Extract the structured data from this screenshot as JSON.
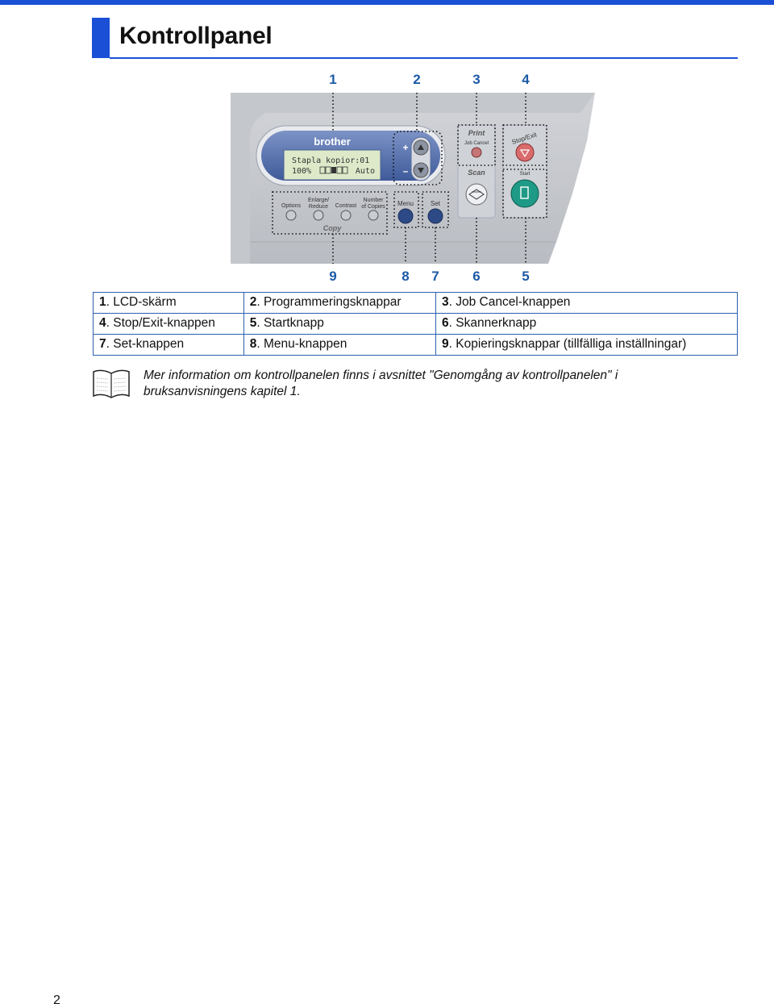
{
  "header": {
    "title": "Kontrollpanel"
  },
  "callouts_top": [
    "1",
    "2",
    "3",
    "4"
  ],
  "callouts_bottom": [
    "9",
    "8",
    "7",
    "6",
    "5"
  ],
  "panel": {
    "brand": "brother",
    "lcd_line1": "Stapla kopior:01",
    "lcd_line2": "100%",
    "lcd_line2_right": "Auto",
    "print_label": "Print",
    "job_cancel_label": "Job Cancel",
    "stop_exit_label": "Stop/Exit",
    "scan_label": "Scan",
    "start_label": "Start",
    "options_label": "Options",
    "enlarge_label_1": "Enlarge/",
    "enlarge_label_2": "Reduce",
    "contrast_label": "Contrast",
    "number_label_1": "Number",
    "number_label_2": "of Copies",
    "menu_label": "Menu",
    "set_label": "Set",
    "copy_label": "Copy",
    "plus": "+",
    "minus": "–"
  },
  "legend": {
    "rows": [
      [
        {
          "n": "1",
          "t": ". LCD-skärm"
        },
        {
          "n": "2",
          "t": ". Programmeringsknappar"
        },
        {
          "n": "3",
          "t": ". Job Cancel-knappen"
        }
      ],
      [
        {
          "n": "4",
          "t": ". Stop/Exit-knappen"
        },
        {
          "n": "5",
          "t": ". Startknapp"
        },
        {
          "n": "6",
          "t": ". Skannerknapp"
        }
      ],
      [
        {
          "n": "7",
          "t": ". Set-knappen"
        },
        {
          "n": "8",
          "t": ". Menu-knappen"
        },
        {
          "n": "9",
          "t": ". Kopieringsknappar (tillfälliga inställningar)"
        }
      ]
    ]
  },
  "note": {
    "line1": "Mer information om kontrollpanelen finns i avsnittet \"Genomgång av kontrollpanelen\" i",
    "line2": "bruksanvisningens kapitel 1."
  },
  "footer": {
    "page_number": "2"
  },
  "colors": {
    "accent": "#1a4fd6",
    "callout": "#1c5aa6",
    "lcd": "#dde9c9",
    "start_button": "#1e9a86"
  }
}
